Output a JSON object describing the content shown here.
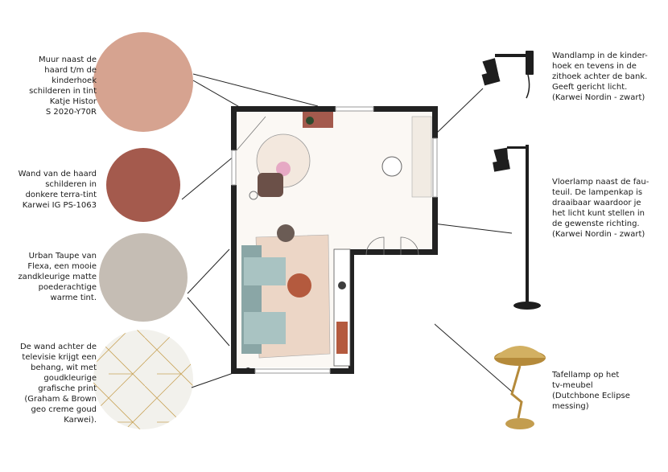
{
  "colors": {
    "pink": "#d6a390",
    "terra": "#a45a4d",
    "taupe": "#c5bdb4",
    "wallpaper": "#f2f1ec",
    "wall": "#222222",
    "gold": "#c9a45a"
  },
  "swatches": [
    {
      "lines": [
        "Muur naast de",
        "haard t/m de",
        "kinderhoek",
        "schilderen in tint",
        "Katje Histor",
        "S 2020-Y70R"
      ]
    },
    {
      "lines": [
        "Wand van de haard",
        "schilderen in",
        "donkere terra-tint",
        "Karwei IG PS-1063"
      ]
    },
    {
      "lines": [
        "Urban Taupe van",
        "Flexa, een mooie",
        "zandkleurige matte",
        "poederachtige",
        "warme tint."
      ]
    },
    {
      "lines": [
        "De wand achter de",
        "televisie krijgt een",
        "behang, wit met",
        "goudkleurige",
        "grafische print",
        "(Graham & Brown",
        "geo creme goud",
        "Karwei)."
      ]
    }
  ],
  "products": [
    {
      "icon": "wall-lamp",
      "lines": [
        "Wandlamp in de kinder-",
        "hoek en tevens in de",
        "zithoek achter de bank.",
        "Geeft gericht licht.",
        "(Karwei Nordin - zwart)"
      ]
    },
    {
      "icon": "floor-lamp",
      "lines": [
        "Vloerlamp naast de fau-",
        "teuil. De lampenkap is",
        "draaibaar waardoor je",
        "het licht kunt stellen in",
        "de gewenste richting.",
        "(Karwei Nordin - zwart)"
      ]
    },
    {
      "icon": "table-lamp",
      "lines": [
        "Tafellamp op het",
        "tv-meubel",
        "(Dutchbone Eclipse",
        "messing)"
      ]
    }
  ]
}
